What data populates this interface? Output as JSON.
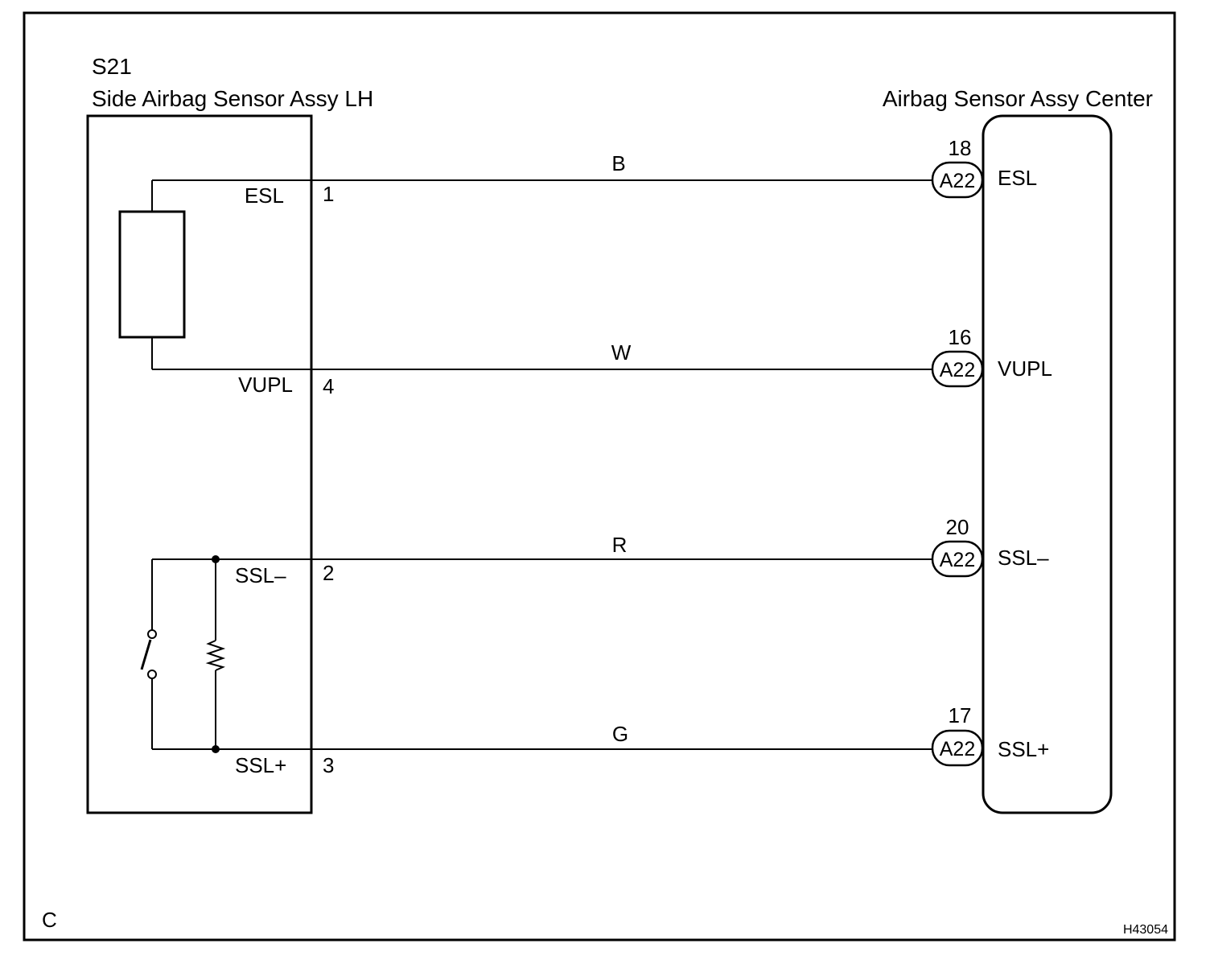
{
  "left_component": {
    "code": "S21",
    "name": "Side Airbag Sensor Assy LH"
  },
  "right_component": {
    "name": "Airbag Sensor Assy Center"
  },
  "wires": [
    {
      "left_terminal": "ESL",
      "left_pin": "1",
      "color": "B",
      "connector": "A22",
      "right_pin": "18",
      "right_terminal": "ESL"
    },
    {
      "left_terminal": "VUPL",
      "left_pin": "4",
      "color": "W",
      "connector": "A22",
      "right_pin": "16",
      "right_terminal": "VUPL"
    },
    {
      "left_terminal": "SSL–",
      "left_pin": "2",
      "color": "R",
      "connector": "A22",
      "right_pin": "20",
      "right_terminal": "SSL–"
    },
    {
      "left_terminal": "SSL+",
      "left_pin": "3",
      "color": "G",
      "connector": "A22",
      "right_pin": "17",
      "right_terminal": "SSL+"
    }
  ],
  "corner_label": "C",
  "figure_id": "H43054"
}
